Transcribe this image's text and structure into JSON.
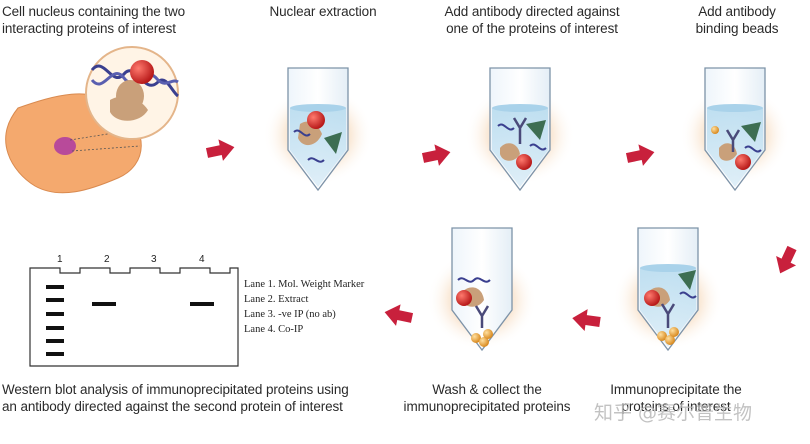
{
  "step1": {
    "caption_line1": "Cell nucleus containing the two",
    "caption_line2": "interacting proteins of interest"
  },
  "step2": {
    "caption": "Nuclear extraction"
  },
  "step3": {
    "caption_line1": "Add antibody directed against",
    "caption_line2": "one of the proteins of interest"
  },
  "step4": {
    "caption_line1": "Add antibody",
    "caption_line2": "binding beads"
  },
  "step5": {
    "caption_line1": "Immunoprecipitate the",
    "caption_line2": "proteins of interest"
  },
  "step6": {
    "caption_line1": "Wash & collect the",
    "caption_line2": "immunoprecipitated proteins"
  },
  "step7": {
    "caption_line1": "Western blot analysis of immunoprecipitated proteins using",
    "caption_line2": "an antibody directed against the second protein of interest"
  },
  "blot": {
    "lane_numbers": [
      "1",
      "2",
      "3",
      "4"
    ],
    "legend": [
      "Lane 1. Mol. Weight Marker",
      "Lane 2. Extract",
      "Lane 3. -ve IP (no ab)",
      "Lane 4. Co-IP"
    ]
  },
  "watermark": "知乎 @赛尔普生物",
  "colors": {
    "arrow": "#c8203c",
    "cell": "#f2a46a",
    "liquid": "#cfe6f2",
    "bead": "#f0b04a",
    "protein_red": "#d82a2a",
    "protein_tan": "#c9a07a",
    "protein_green": "#3d6e52",
    "dna": "#3a3f8f"
  }
}
